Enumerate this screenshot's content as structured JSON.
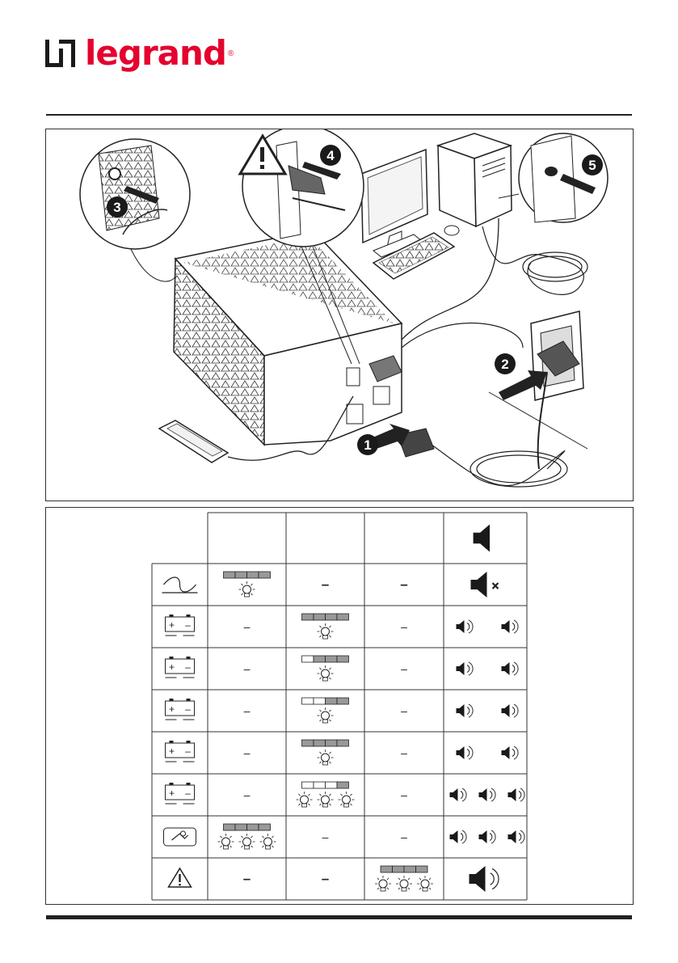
{
  "brand": {
    "name": "legrand",
    "registered": "®",
    "color": "#e4032e"
  },
  "steps": [
    "1",
    "2",
    "3",
    "4",
    "5"
  ],
  "table": {
    "dash": "–",
    "rows": [
      {
        "icon": "mains-wave-icon",
        "c1": "leds-1-bulb",
        "c2": "dash",
        "c3": "dash",
        "sound": "mute"
      },
      {
        "icon": "battery-icon",
        "c1": "dash",
        "c2": "leds-4-bulb",
        "c3": "dash",
        "sound": "beep-2"
      },
      {
        "icon": "battery-icon",
        "c1": "dash",
        "c2": "leds-3-bulb",
        "c3": "dash",
        "sound": "beep-2"
      },
      {
        "icon": "battery-icon",
        "c1": "dash",
        "c2": "leds-2-bulb",
        "c3": "dash",
        "sound": "beep-2"
      },
      {
        "icon": "battery-icon",
        "c1": "dash",
        "c2": "leds-1-bulb",
        "c3": "dash",
        "sound": "beep-2"
      },
      {
        "icon": "battery-icon",
        "c1": "dash",
        "c2": "leds-1-3bulbs",
        "c3": "dash",
        "sound": "beep-3"
      },
      {
        "icon": "overload-icon",
        "c1": "leds-all-3bulbs",
        "c2": "dash",
        "c3": "dash",
        "sound": "beep-3"
      },
      {
        "icon": "warning-icon",
        "c1": "dash",
        "c2": "dash",
        "c3": "leds-all-3bulbs",
        "sound": "continuous"
      }
    ]
  }
}
